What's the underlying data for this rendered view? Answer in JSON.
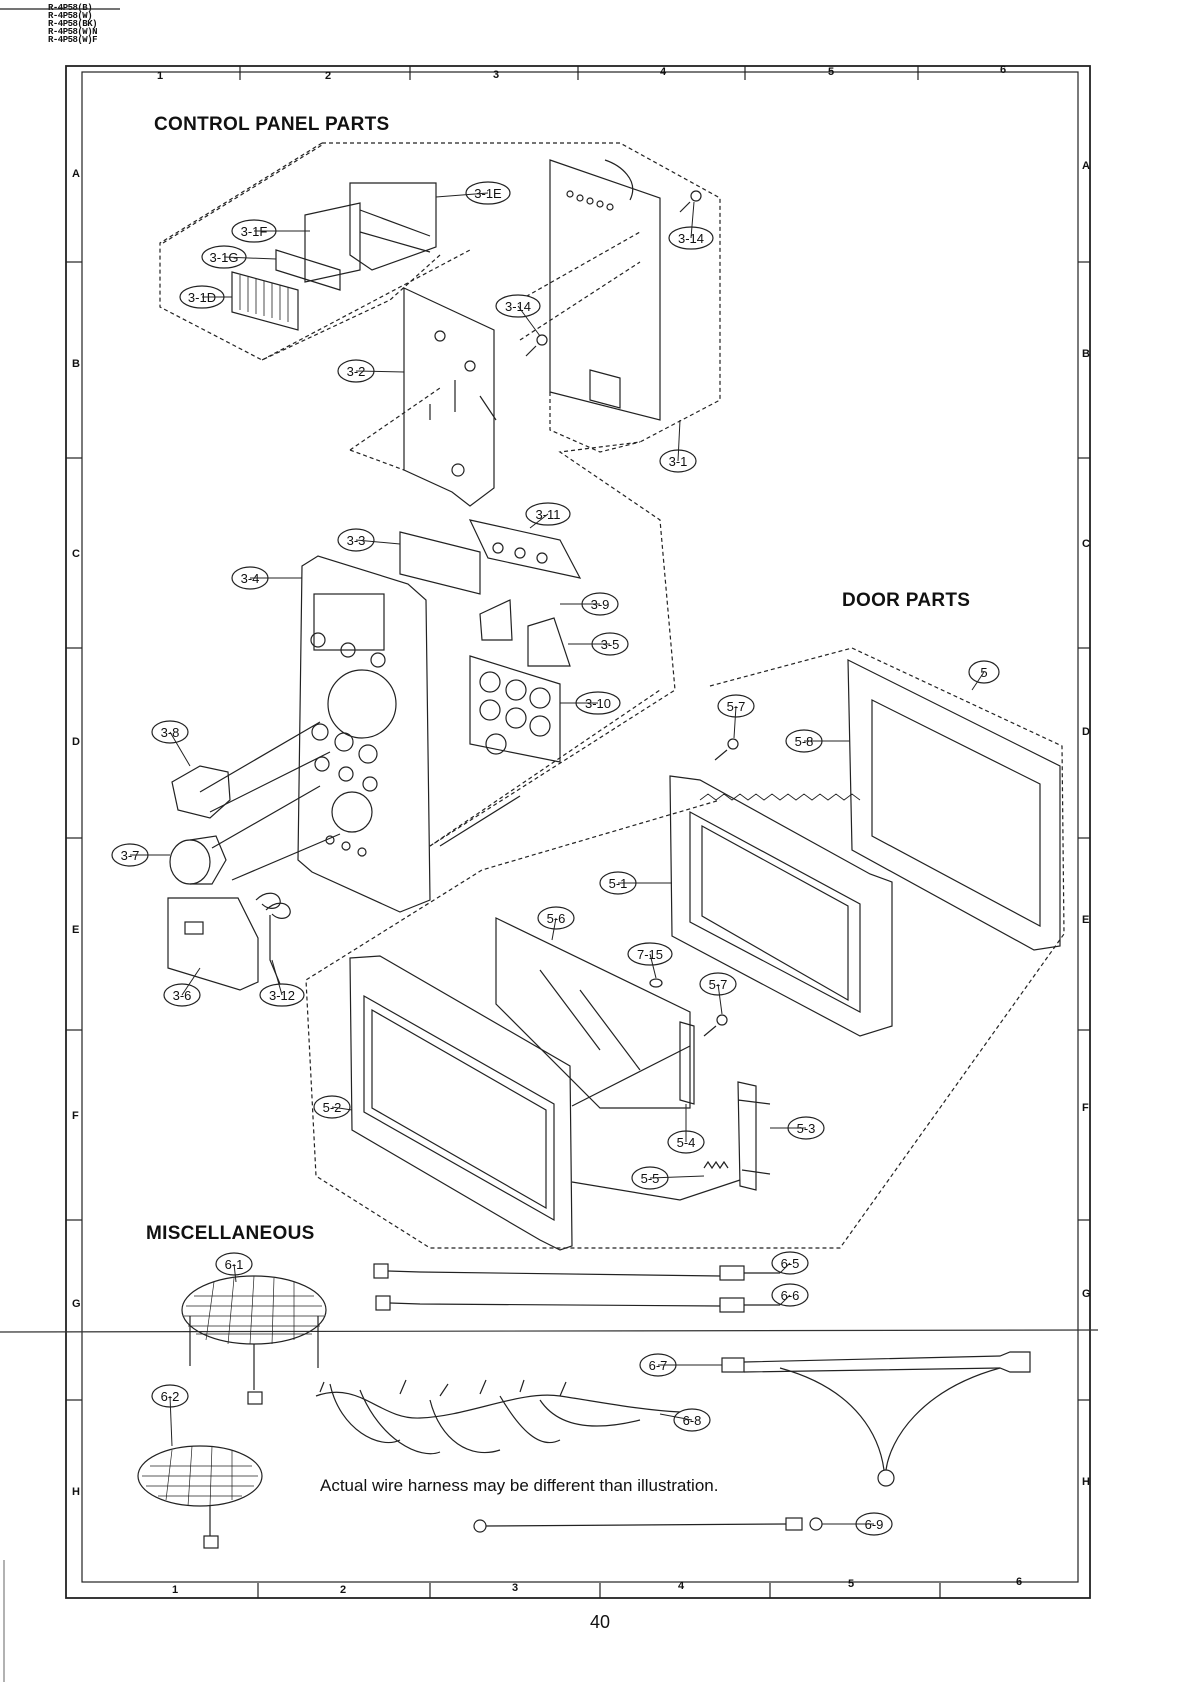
{
  "header": {
    "models": [
      "R-4P58(B)",
      "R-4P58(W)",
      "R-4P58(BK)",
      "R-4P58(W)N",
      "R-4P58(W)F"
    ]
  },
  "frame": {
    "columns": [
      "1",
      "2",
      "3",
      "4",
      "5",
      "6"
    ],
    "rows": [
      "A",
      "B",
      "C",
      "D",
      "E",
      "F",
      "G",
      "H"
    ]
  },
  "sections": {
    "control_panel": "CONTROL PANEL PARTS",
    "door": "DOOR PARTS",
    "misc": "MISCELLANEOUS"
  },
  "note": "Actual wire harness may be different than illustration.",
  "page_number": "40",
  "callouts": [
    "3-1E",
    "3-1F",
    "3-1G",
    "3-1D",
    "3-14",
    "3-14",
    "3-2",
    "3-1",
    "3-11",
    "3-3",
    "3-4",
    "3-9",
    "3-5",
    "3-10",
    "3-8",
    "3-7",
    "3-6",
    "3-12",
    "5",
    "5-7",
    "5-8",
    "5-1",
    "5-6",
    "7-15",
    "5-7",
    "5-2",
    "5-4",
    "5-3",
    "5-5",
    "6-5",
    "6-6",
    "6-1",
    "6-7",
    "6-2",
    "6-8",
    "6-9"
  ]
}
